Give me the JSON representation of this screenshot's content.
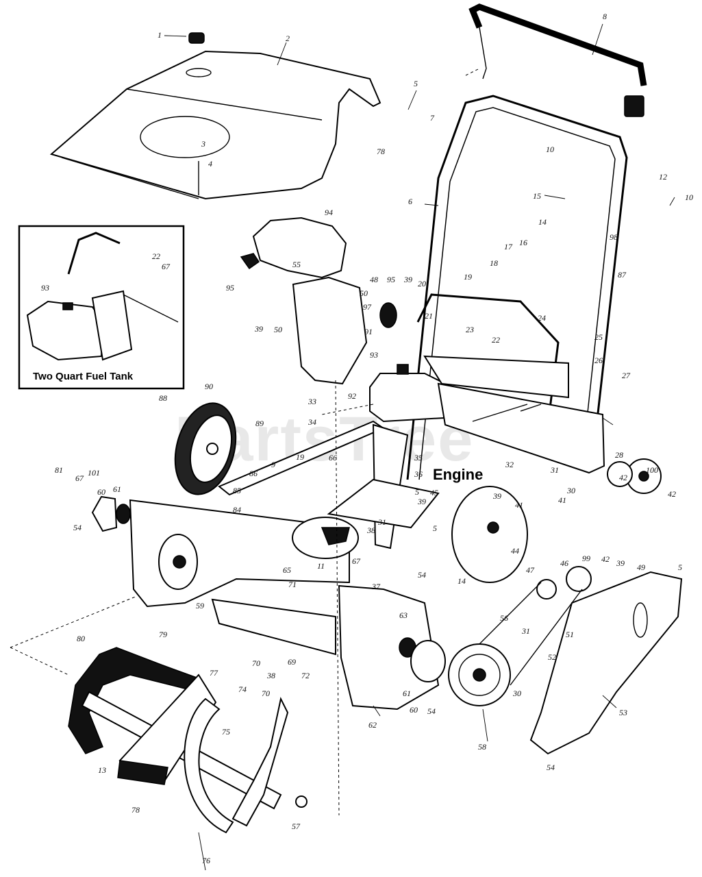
{
  "inset": {
    "title": "Two Quart Fuel Tank",
    "callouts": [
      "93",
      "22",
      "67"
    ]
  },
  "engine_label": "Engine",
  "watermark": "PartsTree",
  "callouts": [
    "1",
    "2",
    "3",
    "4",
    "5",
    "78",
    "7",
    "8",
    "10",
    "15",
    "12",
    "10",
    "14",
    "98",
    "6",
    "94",
    "48",
    "55",
    "95",
    "39",
    "50",
    "50",
    "97",
    "95",
    "39",
    "20",
    "21",
    "23",
    "22",
    "19",
    "18",
    "17",
    "16",
    "87",
    "91",
    "93",
    "92",
    "24",
    "25",
    "26",
    "27",
    "90",
    "88",
    "33",
    "34",
    "89",
    "35",
    "32",
    "28",
    "9",
    "19",
    "66",
    "31",
    "30",
    "42",
    "100",
    "42",
    "81",
    "67",
    "101",
    "60",
    "61",
    "86",
    "85",
    "84",
    "5",
    "39",
    "36",
    "45",
    "39",
    "41",
    "41",
    "54",
    "65",
    "11",
    "71",
    "67",
    "38",
    "31",
    "5",
    "54",
    "14",
    "37",
    "44",
    "47",
    "46",
    "99",
    "42",
    "39",
    "49",
    "5",
    "59",
    "63",
    "56",
    "31",
    "51",
    "52",
    "80",
    "79",
    "77",
    "70",
    "38",
    "69",
    "72",
    "61",
    "60",
    "54",
    "30",
    "58",
    "53",
    "74",
    "70",
    "75",
    "13",
    "78",
    "57",
    "62",
    "76",
    "54"
  ]
}
